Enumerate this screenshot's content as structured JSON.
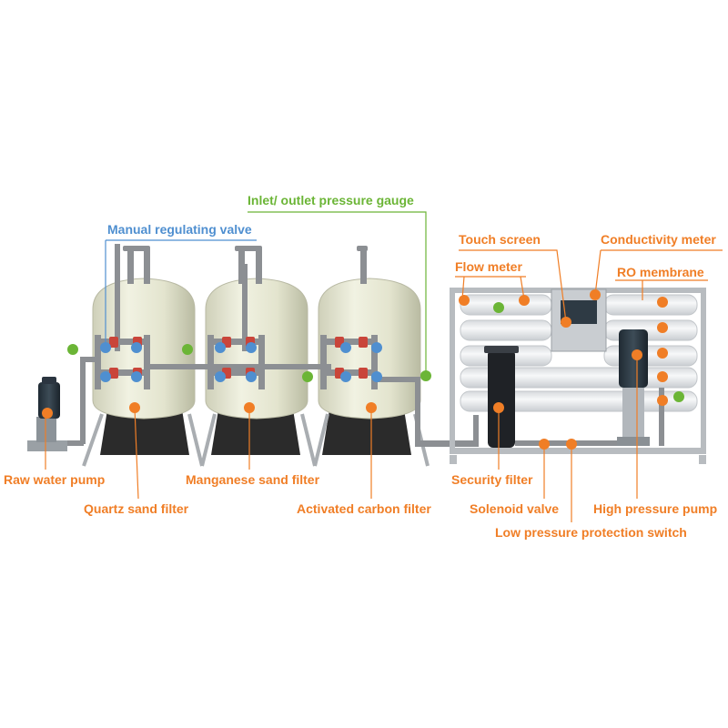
{
  "colors": {
    "orange": "#f07e26",
    "green": "#6bb536",
    "blue": "#4f8fd0",
    "tank": "#e9ead6",
    "pipe": "#8c8f93",
    "base": "#2b2b2b",
    "frame": "#b8bcc0",
    "membrane": "#eef0f2",
    "valve_red": "#c9453a"
  },
  "labels": {
    "inlet_gauge": "Inlet/ outlet pressure gauge",
    "manual_valve": "Manual regulating valve",
    "touch_screen": "Touch screen",
    "conductivity": "Conductivity meter",
    "flow_meter": "Flow meter",
    "ro_membrane": "RO membrane",
    "raw_pump": "Raw water pump",
    "manganese": "Manganese sand filter",
    "security": "Security filter",
    "quartz": "Quartz sand filter",
    "carbon": "Activated carbon filter",
    "solenoid": "Solenoid valve",
    "high_pump": "High pressure pump",
    "low_switch": "Low pressure protection switch"
  },
  "icons": {
    "orange_marker": "orange-dot-marker",
    "green_marker": "green-dot-marker",
    "blue_marker": "blue-dot-marker"
  }
}
